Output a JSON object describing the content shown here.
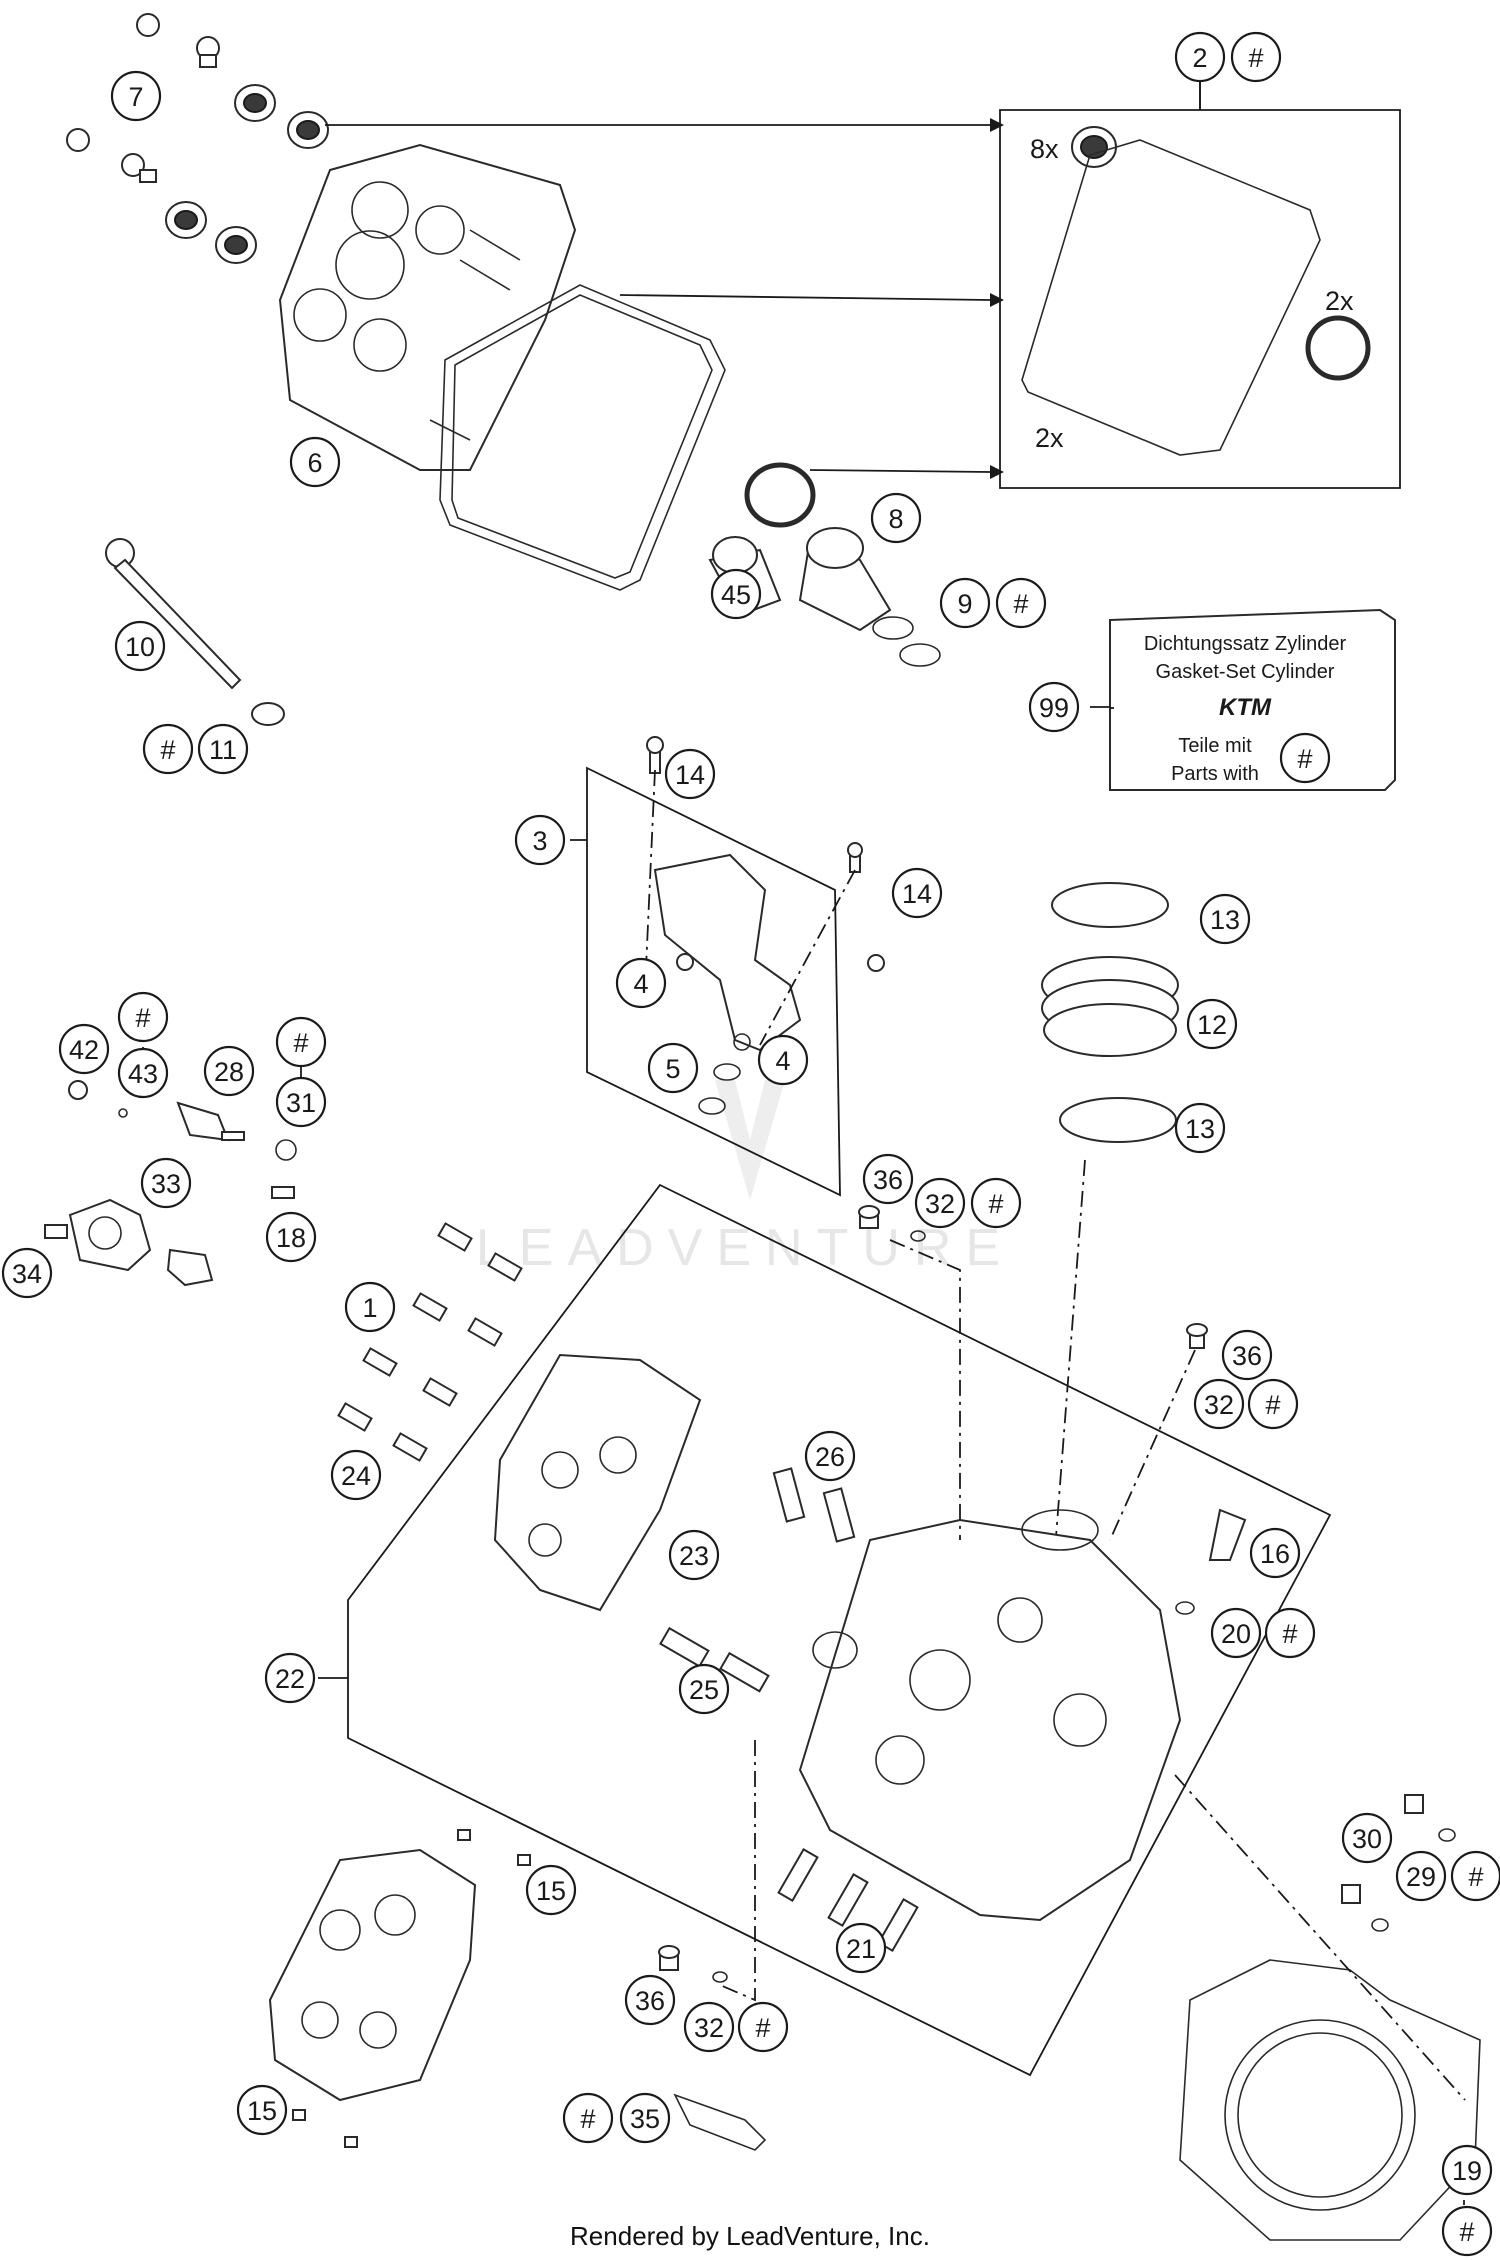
{
  "watermark": "LEADVENTURE",
  "footer": "Rendered by LeadVenture, Inc.",
  "gasket_box": {
    "line1": "Dichtungssatz Zylinder",
    "line2": "Gasket-Set Cylinder",
    "brand": "KTM",
    "line3": "Teile mit",
    "line4": "Parts with",
    "hash": "#"
  },
  "qty": {
    "seals": "8x",
    "orings": "2x",
    "gaskets": "2x"
  },
  "callouts": [
    {
      "key": "c1",
      "label": "1"
    },
    {
      "key": "c2",
      "label": "2"
    },
    {
      "key": "c2h",
      "label": "#"
    },
    {
      "key": "c3",
      "label": "3"
    },
    {
      "key": "c4a",
      "label": "4"
    },
    {
      "key": "c4b",
      "label": "4"
    },
    {
      "key": "c5",
      "label": "5"
    },
    {
      "key": "c6",
      "label": "6"
    },
    {
      "key": "c7",
      "label": "7"
    },
    {
      "key": "c8",
      "label": "8"
    },
    {
      "key": "c9",
      "label": "9"
    },
    {
      "key": "c9h",
      "label": "#"
    },
    {
      "key": "c10",
      "label": "10"
    },
    {
      "key": "c11h",
      "label": "#"
    },
    {
      "key": "c11",
      "label": "11"
    },
    {
      "key": "c12",
      "label": "12"
    },
    {
      "key": "c13a",
      "label": "13"
    },
    {
      "key": "c13b",
      "label": "13"
    },
    {
      "key": "c14a",
      "label": "14"
    },
    {
      "key": "c14b",
      "label": "14"
    },
    {
      "key": "c15a",
      "label": "15"
    },
    {
      "key": "c15b",
      "label": "15"
    },
    {
      "key": "c16",
      "label": "16"
    },
    {
      "key": "c18",
      "label": "18"
    },
    {
      "key": "c19",
      "label": "19"
    },
    {
      "key": "c19h",
      "label": "#"
    },
    {
      "key": "c20",
      "label": "20"
    },
    {
      "key": "c20h",
      "label": "#"
    },
    {
      "key": "c21",
      "label": "21"
    },
    {
      "key": "c22",
      "label": "22"
    },
    {
      "key": "c23",
      "label": "23"
    },
    {
      "key": "c24",
      "label": "24"
    },
    {
      "key": "c25",
      "label": "25"
    },
    {
      "key": "c26",
      "label": "26"
    },
    {
      "key": "c28",
      "label": "28"
    },
    {
      "key": "c29",
      "label": "29"
    },
    {
      "key": "c29h",
      "label": "#"
    },
    {
      "key": "c30",
      "label": "30"
    },
    {
      "key": "c31h",
      "label": "#"
    },
    {
      "key": "c31",
      "label": "31"
    },
    {
      "key": "c32a",
      "label": "32"
    },
    {
      "key": "c32ah",
      "label": "#"
    },
    {
      "key": "c32b",
      "label": "32"
    },
    {
      "key": "c32bh",
      "label": "#"
    },
    {
      "key": "c32c",
      "label": "32"
    },
    {
      "key": "c32ch",
      "label": "#"
    },
    {
      "key": "c33",
      "label": "33"
    },
    {
      "key": "c34",
      "label": "34"
    },
    {
      "key": "c35h",
      "label": "#"
    },
    {
      "key": "c35",
      "label": "35"
    },
    {
      "key": "c36a",
      "label": "36"
    },
    {
      "key": "c36b",
      "label": "36"
    },
    {
      "key": "c36c",
      "label": "36"
    },
    {
      "key": "c42",
      "label": "42"
    },
    {
      "key": "c43h",
      "label": "#"
    },
    {
      "key": "c43",
      "label": "43"
    },
    {
      "key": "c45",
      "label": "45"
    },
    {
      "key": "c99",
      "label": "99"
    }
  ]
}
